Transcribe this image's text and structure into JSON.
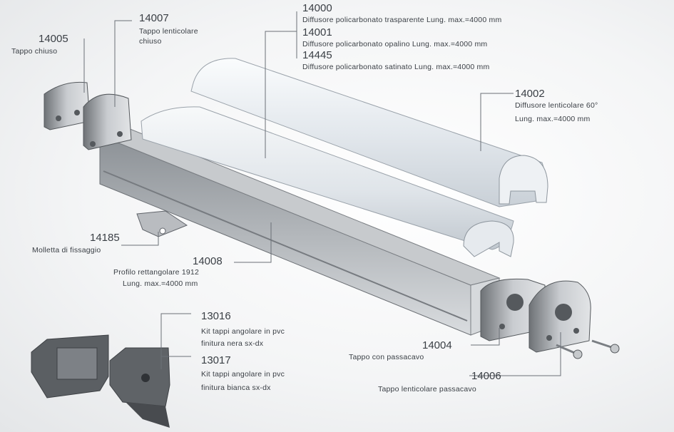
{
  "labels": {
    "p14005": {
      "code": "14005",
      "desc": "Tappo chiuso"
    },
    "p14007": {
      "code": "14007",
      "desc1": "Tappo lenticolare",
      "desc2": "chiuso"
    },
    "p14000": {
      "code": "14000",
      "desc": "Diffusore policarbonato trasparente Lung. max.=4000 mm"
    },
    "p14001": {
      "code": "14001",
      "desc": "Diffusore policarbonato opalino Lung. max.=4000 mm"
    },
    "p14445": {
      "code": "14445",
      "desc": "Diffusore policarbonato satinato Lung. max.=4000 mm"
    },
    "p14002": {
      "code": "14002",
      "desc1": "Diffusore lenticolare 60°",
      "desc2": "Lung. max.=4000 mm"
    },
    "p14185": {
      "code": "14185",
      "desc": "Molletta di fissaggio"
    },
    "p14008": {
      "code": "14008",
      "desc1": "Profilo rettangolare 1912",
      "desc2": "Lung. max.=4000 mm"
    },
    "p13016": {
      "code": "13016",
      "desc1": "Kit tappi angolare in pvc",
      "desc2": "finitura nera sx-dx"
    },
    "p13017": {
      "code": "13017",
      "desc1": "Kit tappi angolare in pvc",
      "desc2": "finitura bianca sx-dx"
    },
    "p14004": {
      "code": "14004",
      "desc": "Tappo con passacavo"
    },
    "p14006": {
      "code": "14006",
      "desc": "Tappo lenticolare passacavo"
    }
  },
  "colors": {
    "leader": "#6b7077",
    "aluminium": "#9ea3a8",
    "diffuser": "#e9edf1",
    "cap": "#b8bcc1"
  }
}
